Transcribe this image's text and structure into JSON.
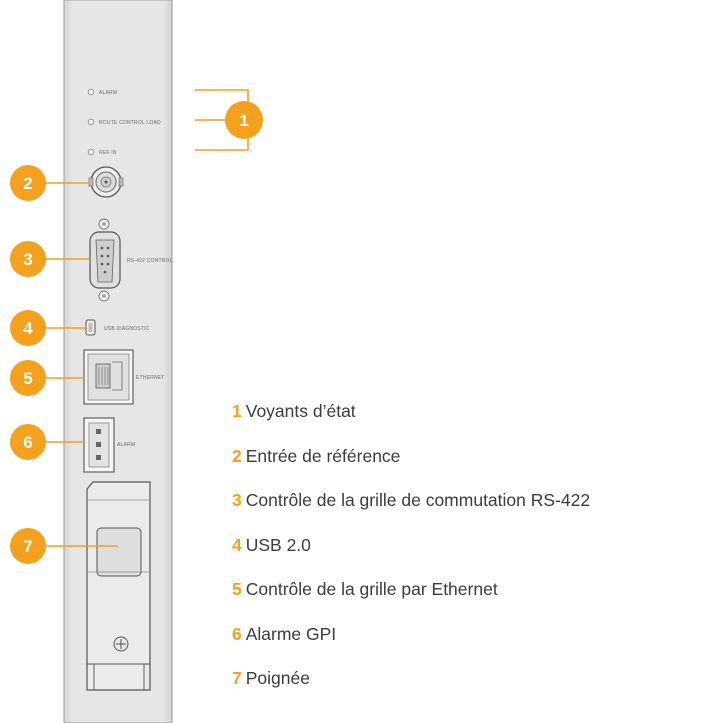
{
  "panel": {
    "labels": {
      "alarm": "ALARM",
      "status": "ROUTE CONTROL LOAD",
      "ref": "REF IN",
      "rs422": "RS-422 CONTROL",
      "usb": "USB DIAGNOSTIC",
      "ethernet": "ETHERNET",
      "gpi": "ALARM"
    }
  },
  "callouts": [
    "1",
    "2",
    "3",
    "4",
    "5",
    "6",
    "7"
  ],
  "legend": [
    {
      "num": "1",
      "text": "Voyants d’état"
    },
    {
      "num": "2",
      "text": "Entrée de référence"
    },
    {
      "num": "3",
      "text": "Contrôle de la grille de commutation RS-422"
    },
    {
      "num": "4",
      "text": "USB 2.0"
    },
    {
      "num": "5",
      "text": "Contrôle de la grille par Ethernet"
    },
    {
      "num": "6",
      "text": "Alarme GPI"
    },
    {
      "num": "7",
      "text": "Poignée"
    }
  ],
  "colors": {
    "accent": "#f4a11d",
    "panel": "#e4e4e4",
    "panel_edge": "#9a9a9a",
    "text": "#3c3c3c"
  }
}
